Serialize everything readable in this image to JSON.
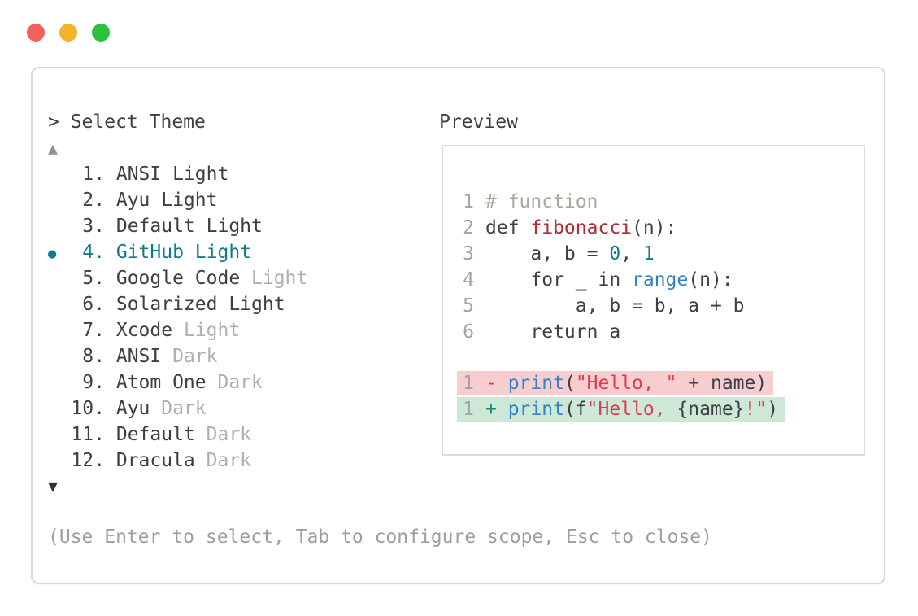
{
  "colors": {
    "text": "#3b4046",
    "muted": "#adb0b3",
    "line_number": "#9fa3a6",
    "hint": "#9c9fa2",
    "teal": "#0f7d89",
    "blue": "#3183c4",
    "crimson": "#dc3d55",
    "dark_red": "#ae2b35",
    "teal_green": "#178a78",
    "comment": "#a5aa9b",
    "diff_del_bg": "#f8cdd0",
    "diff_add_bg": "#cde8d6",
    "panel_border": "#d9d9d9",
    "preview_border": "#dcdcdc",
    "traffic_red": "#f25f5c",
    "traffic_yellow": "#f2b32a",
    "traffic_green": "#2cc041",
    "scroll_up": "#8f9295",
    "scroll_down": "#2c2f33"
  },
  "prompt": {
    "label": "> Select Theme"
  },
  "scroll": {
    "up_icon": "▲",
    "down_icon": "▼"
  },
  "theme_list": {
    "selected_bullet": "●",
    "items": [
      {
        "number": 1,
        "name": "ANSI Light",
        "suffix": "",
        "selected": false
      },
      {
        "number": 2,
        "name": "Ayu Light",
        "suffix": "",
        "selected": false
      },
      {
        "number": 3,
        "name": "Default Light",
        "suffix": "",
        "selected": false
      },
      {
        "number": 4,
        "name": "GitHub Light",
        "suffix": "",
        "selected": true
      },
      {
        "number": 5,
        "name": "Google Code",
        "suffix": "Light",
        "selected": false
      },
      {
        "number": 6,
        "name": "Solarized Light",
        "suffix": "",
        "selected": false
      },
      {
        "number": 7,
        "name": "Xcode",
        "suffix": "Light",
        "selected": false
      },
      {
        "number": 8,
        "name": "ANSI",
        "suffix": "Dark",
        "selected": false
      },
      {
        "number": 9,
        "name": "Atom One",
        "suffix": "Dark",
        "selected": false
      },
      {
        "number": 10,
        "name": "Ayu",
        "suffix": "Dark",
        "selected": false
      },
      {
        "number": 11,
        "name": "Default",
        "suffix": "Dark",
        "selected": false
      },
      {
        "number": 12,
        "name": "Dracula",
        "suffix": "Dark",
        "selected": false
      }
    ]
  },
  "preview": {
    "label": "Preview",
    "code_lines": [
      {
        "number": "1",
        "segments": [
          {
            "text": "# function",
            "color": "comment"
          }
        ]
      },
      {
        "number": "2",
        "segments": [
          {
            "text": "def ",
            "color": "text"
          },
          {
            "text": "fibonacci",
            "color": "dark_red"
          },
          {
            "text": "(n):",
            "color": "text"
          }
        ]
      },
      {
        "number": "3",
        "segments": [
          {
            "text": "    a, b = ",
            "color": "text"
          },
          {
            "text": "0",
            "color": "teal"
          },
          {
            "text": ", ",
            "color": "text"
          },
          {
            "text": "1",
            "color": "teal"
          }
        ]
      },
      {
        "number": "4",
        "segments": [
          {
            "text": "    for _ in ",
            "color": "text"
          },
          {
            "text": "range",
            "color": "blue"
          },
          {
            "text": "(n):",
            "color": "text"
          }
        ]
      },
      {
        "number": "5",
        "segments": [
          {
            "text": "        a, b = b, a + b",
            "color": "text"
          }
        ]
      },
      {
        "number": "6",
        "segments": [
          {
            "text": "    return a",
            "color": "text"
          }
        ]
      }
    ],
    "diff_lines": [
      {
        "number": "1",
        "type": "del",
        "segments": [
          {
            "text": "- ",
            "color": "crimson"
          },
          {
            "text": "print",
            "color": "blue"
          },
          {
            "text": "(",
            "color": "text"
          },
          {
            "text": "\"Hello, \"",
            "color": "crimson"
          },
          {
            "text": " + name)",
            "color": "text"
          }
        ]
      },
      {
        "number": "1",
        "type": "add",
        "segments": [
          {
            "text": "+ ",
            "color": "teal_green"
          },
          {
            "text": "print",
            "color": "blue"
          },
          {
            "text": "(f",
            "color": "text"
          },
          {
            "text": "\"Hello, ",
            "color": "crimson"
          },
          {
            "text": "{name}",
            "color": "text"
          },
          {
            "text": "!\"",
            "color": "crimson"
          },
          {
            "text": ")",
            "color": "text"
          }
        ]
      }
    ]
  },
  "hint": {
    "label": "(Use Enter to select, Tab to configure scope, Esc to close)"
  }
}
